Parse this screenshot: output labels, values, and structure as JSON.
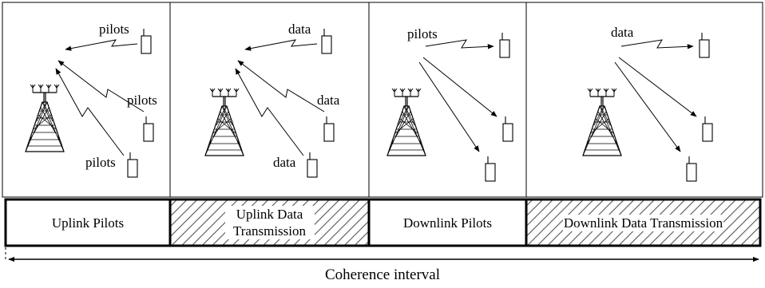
{
  "panels": [
    {
      "id": "uplink-pilots",
      "direction": "uplink",
      "labels": [
        "pilots",
        "pilots",
        "pilots"
      ]
    },
    {
      "id": "uplink-data",
      "direction": "uplink",
      "labels": [
        "data",
        "data",
        "data"
      ]
    },
    {
      "id": "downlink-pilots",
      "direction": "downlink",
      "labels": [
        "pilots"
      ]
    },
    {
      "id": "downlink-data",
      "direction": "downlink",
      "labels": [
        "data"
      ]
    }
  ],
  "phases": [
    {
      "label": "Uplink Pilots",
      "hatched": false
    },
    {
      "label": "Uplink Data Transmission",
      "hatched": true
    },
    {
      "label": "Downlink Pilots",
      "hatched": false
    },
    {
      "label": "Downlink Data Transmission",
      "hatched": true
    }
  ],
  "coherence_label": "Coherence interval",
  "colors": {
    "line": "#000000",
    "hatch": "#555555",
    "background": "#ffffff"
  }
}
